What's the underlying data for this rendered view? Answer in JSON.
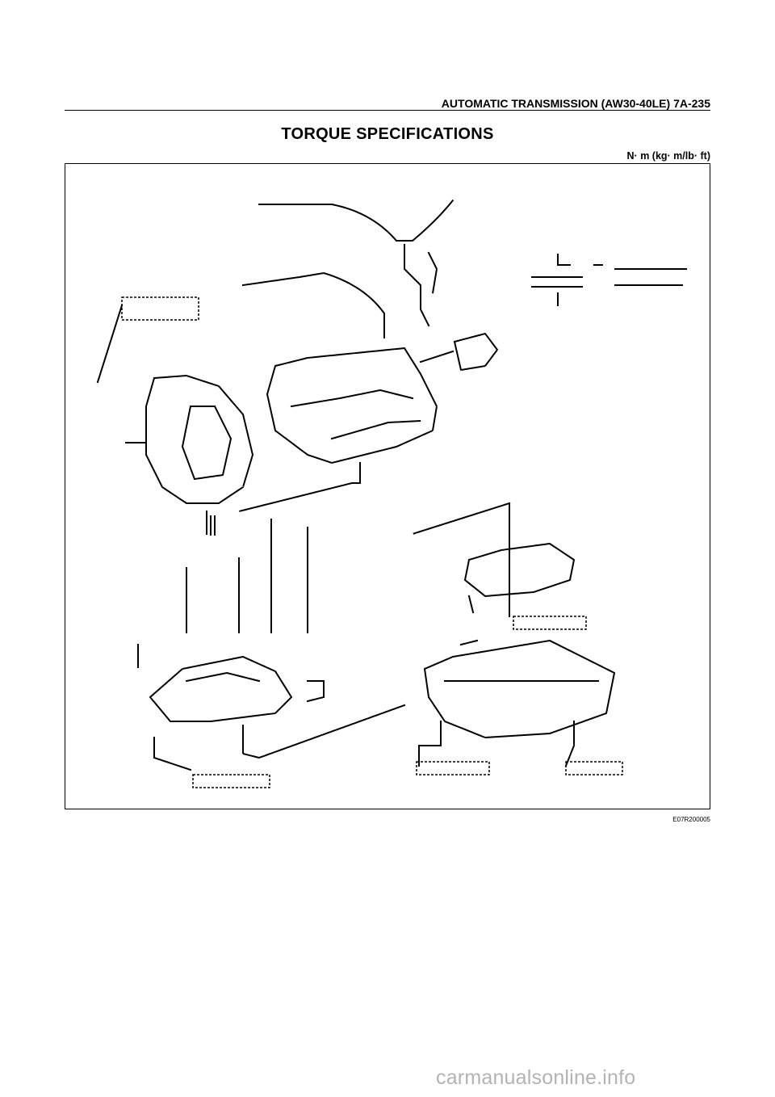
{
  "header": {
    "running_title": "AUTOMATIC TRANSMISSION (AW30-40LE)  7A-235"
  },
  "page": {
    "title": "TORQUE SPECIFICATIONS",
    "units": "N· m (kg· m/lb· ft)"
  },
  "figure": {
    "code": "E07R200005"
  },
  "footer": {
    "watermark": "carmanualsonline.info"
  }
}
